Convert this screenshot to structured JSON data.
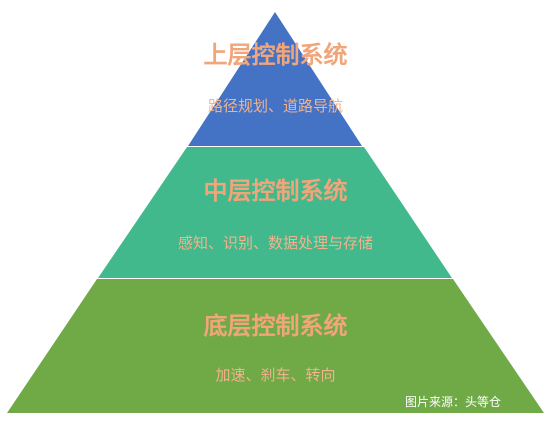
{
  "colors": {
    "top_fill": "#4472C4",
    "middle_fill": "#41B98D",
    "bottom_fill": "#6FAA47",
    "separator": "#ffffff",
    "title_color": "#F0A57A",
    "desc_color": "#F2B28C",
    "caption_color": "#ffffff"
  },
  "layers": {
    "top": {
      "title": "上层控制系统",
      "desc": "路径规划、道路导航"
    },
    "middle": {
      "title": "中层控制系统",
      "desc": "感知、识别、数据处理与存储"
    },
    "bottom": {
      "title": "底层控制系统",
      "desc": "加速、刹车、转向"
    }
  },
  "caption": "图片来源：头等仓"
}
